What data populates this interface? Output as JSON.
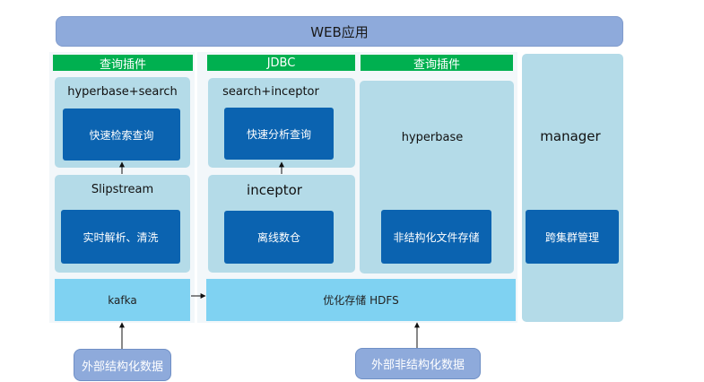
{
  "header": {
    "title": "WEB应用"
  },
  "left": {
    "tab": "查询插件",
    "top_box": {
      "title": "hyperbase+search",
      "button": "快速检索查询"
    },
    "mid_box": {
      "title": "Slipstream",
      "button": "实时解析、清洗"
    },
    "kafka": "kafka",
    "external": "外部结构化数据"
  },
  "middle": {
    "tab": "JDBC",
    "top_box": {
      "title": "search+inceptor",
      "button": "快速分析查询"
    },
    "mid_box": {
      "title": "inceptor",
      "button": "离线数仓"
    }
  },
  "right_mid": {
    "tab": "查询插件",
    "box": {
      "title": "hyperbase",
      "button": "非结构化文件存储"
    }
  },
  "hdfs": "优化存储 HDFS",
  "manager": {
    "title": "manager",
    "button": "跨集群管理"
  },
  "external_unstructured": "外部非结构化数据"
}
